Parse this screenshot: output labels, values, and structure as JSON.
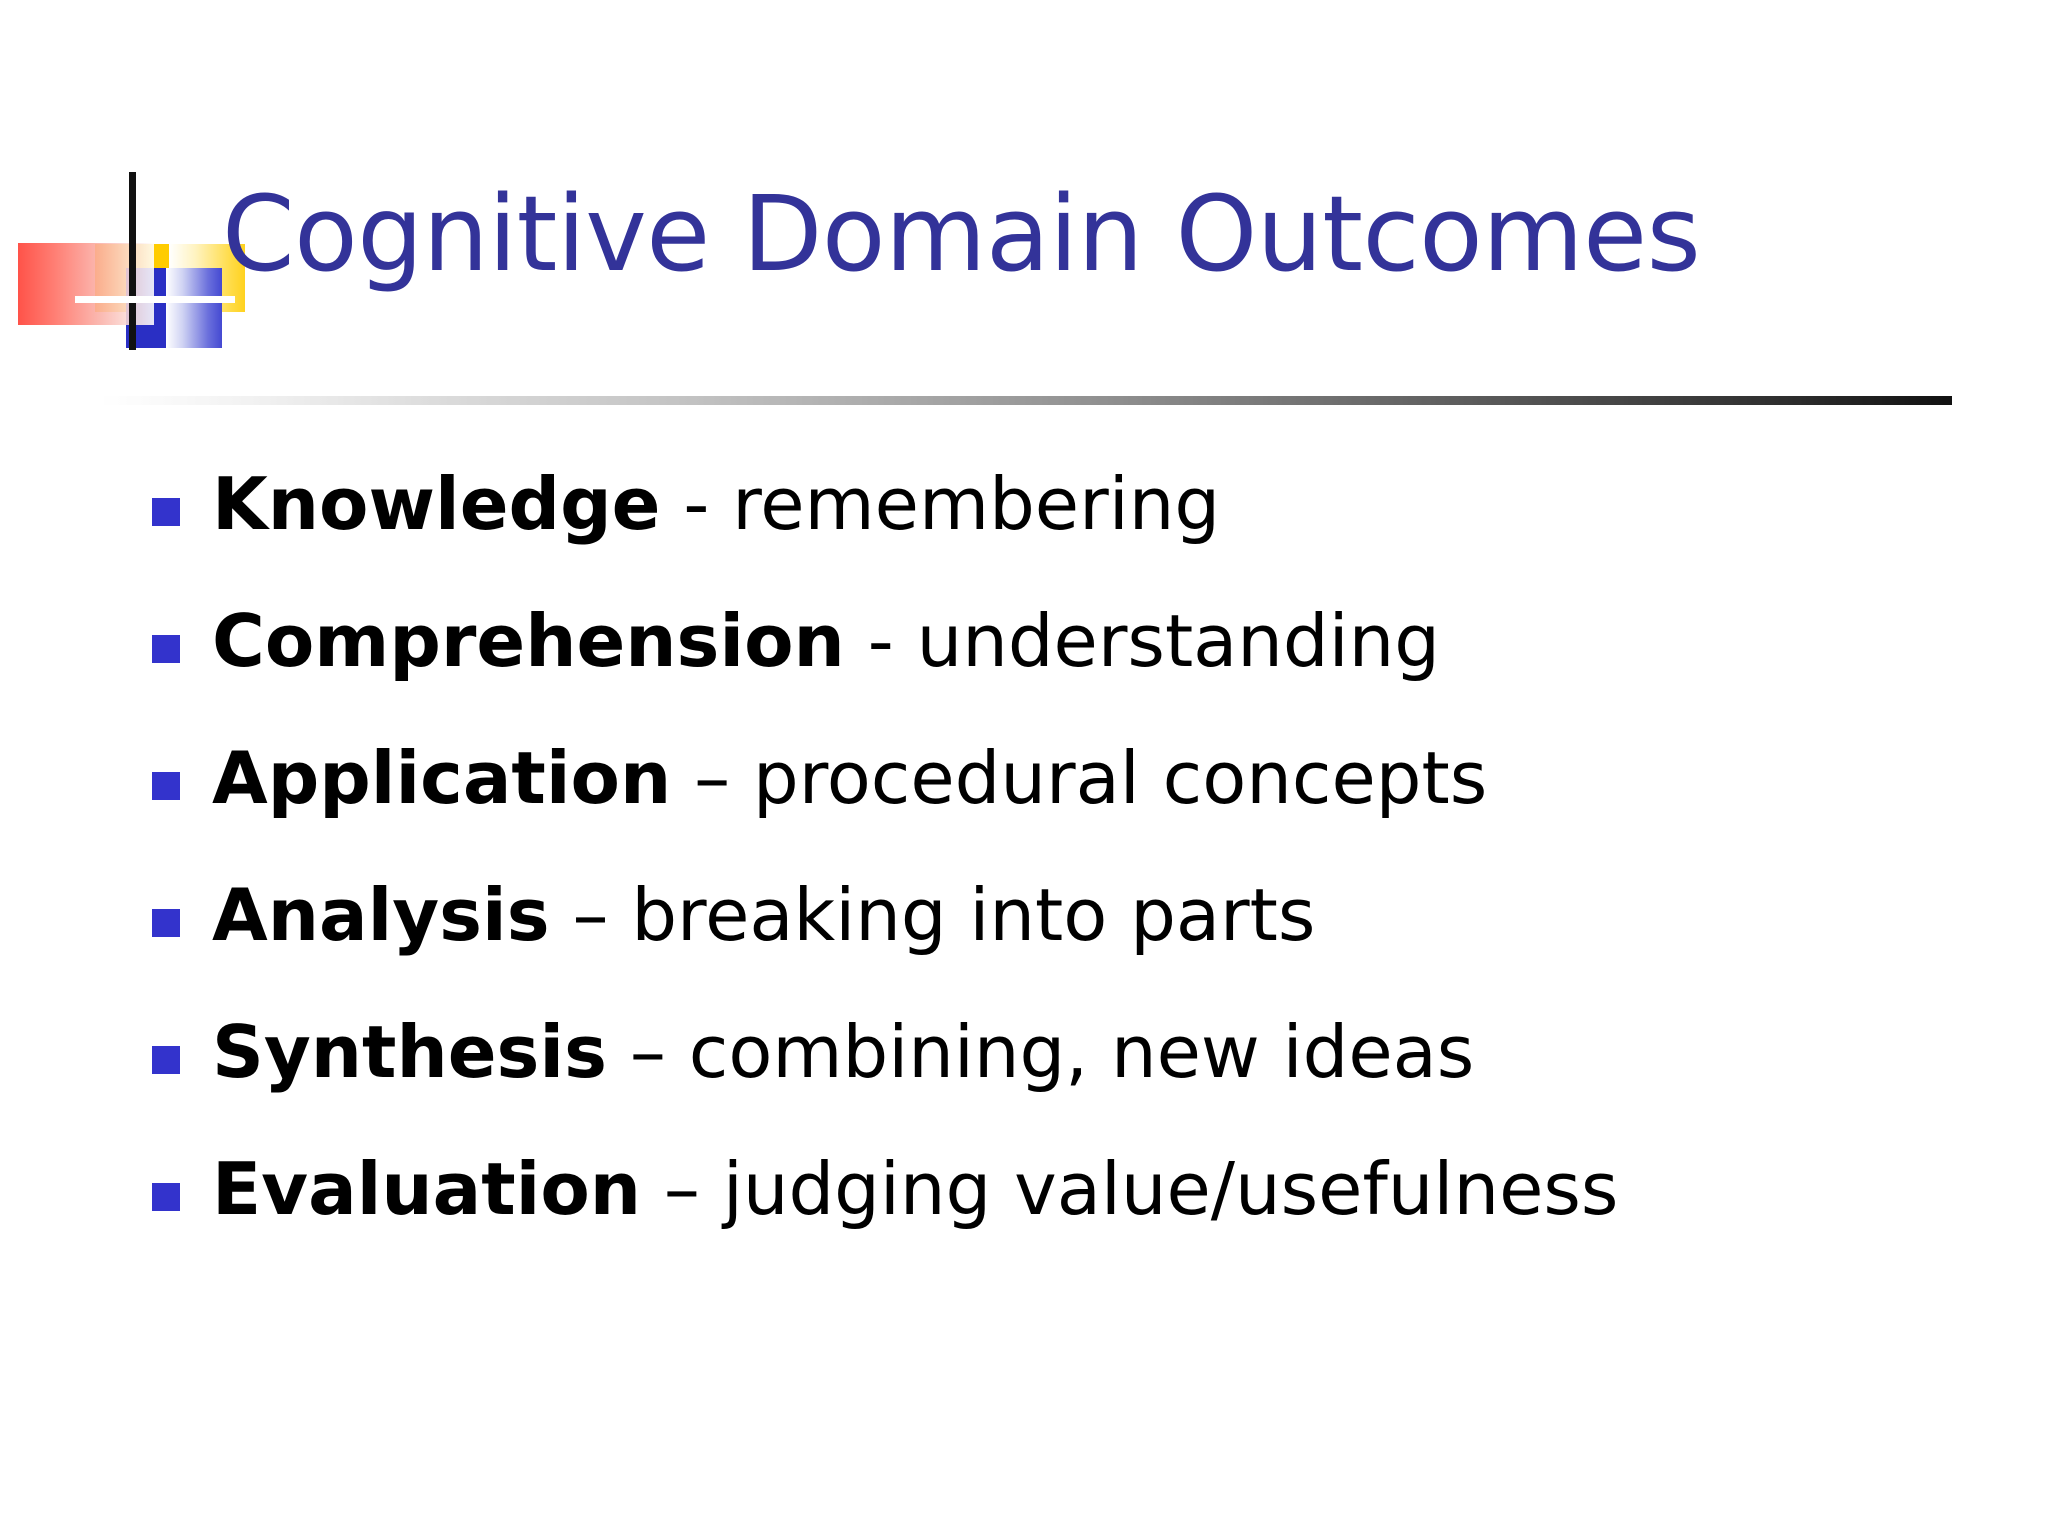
{
  "slide": {
    "title": "Cognitive Domain Outcomes",
    "title_color": "#333399",
    "background_color": "#ffffff",
    "bullet_marker_color": "#3333CC",
    "body_text_color": "#000000",
    "decoration": {
      "yellow": "#FFCC00",
      "red": "#FF3B30",
      "blue": "#2A2FC4",
      "bar": "#111111"
    },
    "bullets": [
      {
        "lead": "Knowledge",
        "rest": " - remembering"
      },
      {
        "lead": "Comprehension",
        "rest": " - understanding"
      },
      {
        "lead": "Application",
        "rest": " – procedural concepts"
      },
      {
        "lead": "Analysis",
        "rest": " – breaking into parts"
      },
      {
        "lead": "Synthesis",
        "rest": " – combining, new ideas"
      },
      {
        "lead": "Evaluation",
        "rest": " – judging value/usefulness"
      }
    ]
  }
}
